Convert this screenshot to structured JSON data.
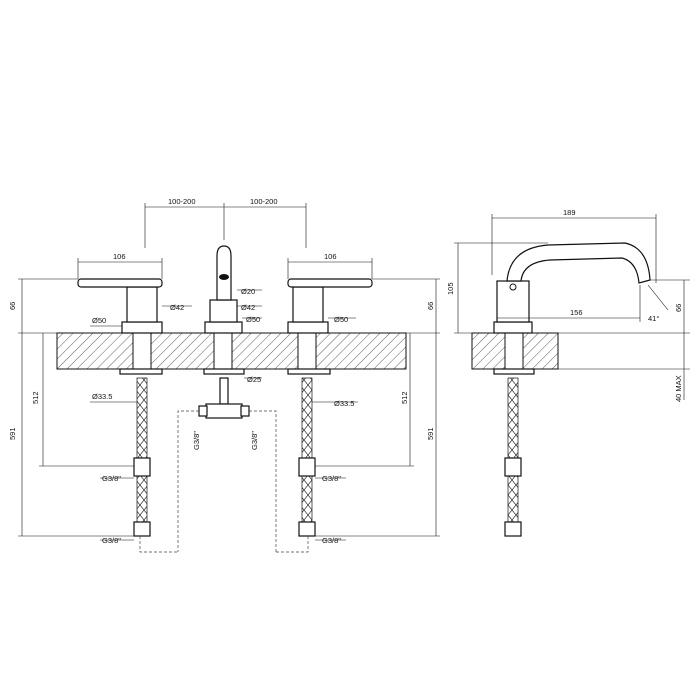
{
  "front_view": {
    "spacing_left": "100-200",
    "spacing_right": "100-200",
    "handle_left_width": "106",
    "handle_right_width": "106",
    "spout_diameter": "Ø20",
    "spout_base_diameter": "Ø42",
    "left_base_diameter": "Ø42",
    "left_flange_diameter": "Ø50",
    "center_flange_diameter": "Ø50",
    "right_flange_diameter": "Ø50",
    "center_shank_diameter": "Ø25",
    "left_shank_diameter": "Ø33.5",
    "right_shank_diameter": "Ø33.5",
    "height_left": "66",
    "height_right": "66",
    "hose_length_left_outer": "591",
    "hose_length_left_inner": "512",
    "hose_length_right_inner": "512",
    "hose_length_right_outer": "591",
    "thread_left_mid": "G3/8\"",
    "thread_left_bottom": "G3/8\"",
    "thread_right_mid": "G3/8\"",
    "thread_right_bottom": "G3/8\"",
    "thread_tee_left": "G3/8\"",
    "thread_tee_right": "G3/8\""
  },
  "side_view": {
    "spout_reach": "189",
    "total_height": "105",
    "height_right": "66",
    "spout_offset": "156",
    "angle": "41°",
    "max_thickness": "40 MAX"
  }
}
